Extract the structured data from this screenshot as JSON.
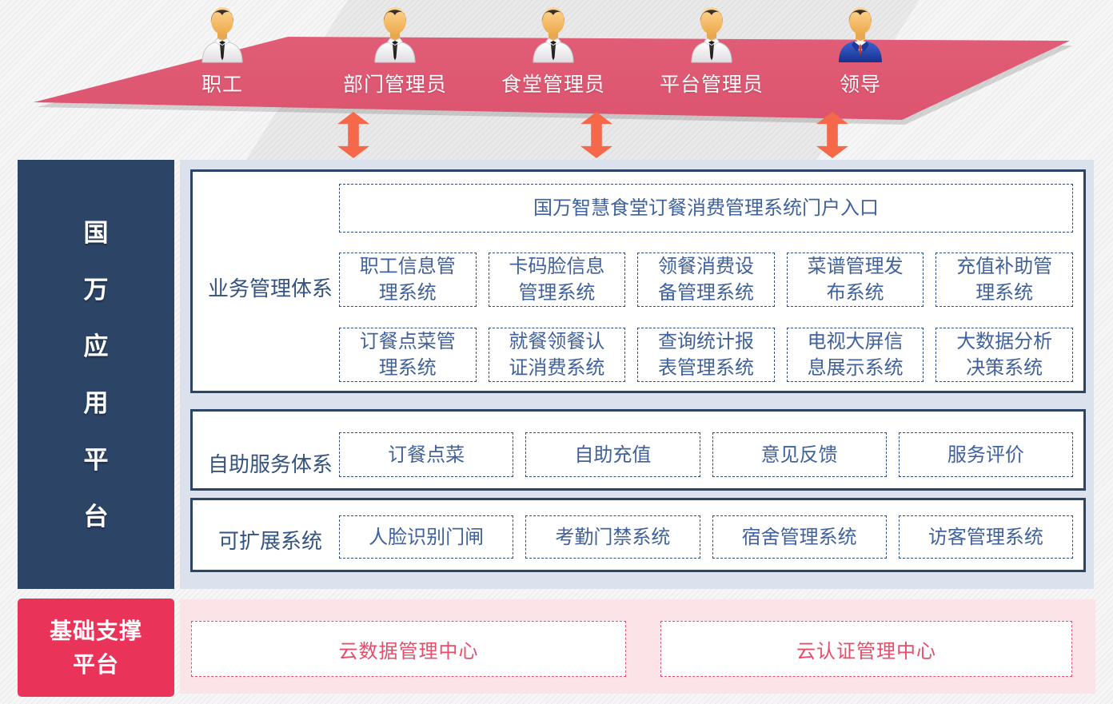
{
  "roles": [
    {
      "label": "职工",
      "type": "staff"
    },
    {
      "label": "部门管理员",
      "type": "staff"
    },
    {
      "label": "食堂管理员",
      "type": "staff"
    },
    {
      "label": "平台管理员",
      "type": "staff"
    },
    {
      "label": "领导",
      "type": "leader"
    }
  ],
  "sidebar": {
    "title": "国万应用平台",
    "chars": [
      "国",
      "万",
      "应",
      "用",
      "平",
      "台"
    ]
  },
  "panels": [
    {
      "label": "业务管理体系",
      "portal": "国万智慧食堂订餐消费管理系统门户入口",
      "rows": [
        [
          "职工信息管理系统",
          "卡码脸信息管理系统",
          "领餐消费设备管理系统",
          "菜谱管理发布系统",
          "充值补助管理系统"
        ],
        [
          "订餐点菜管理系统",
          "就餐领餐认证消费系统",
          "查询统计报表管理系统",
          "电视大屏信息展示系统",
          "大数据分析决策系统"
        ]
      ]
    },
    {
      "label": "自助服务体系",
      "boxes": [
        "订餐点菜",
        "自助充值",
        "意见反馈",
        "服务评价"
      ]
    },
    {
      "label": "可扩展系统",
      "boxes": [
        "人脸识别门闸",
        "考勤门禁系统",
        "宿舍管理系统",
        "访客管理系统"
      ]
    }
  ],
  "base": {
    "label": "基础支撑平台",
    "line1": "基础支撑",
    "line2": "平台",
    "boxes": [
      "云数据管理中心",
      "云认证管理中心"
    ]
  },
  "colors": {
    "banner_pink": "#df5a73",
    "navy": "#2c4466",
    "box_text_blue": "#40619a",
    "lavender_bg": "#dce1ee",
    "arrow_orange": "#f5684a",
    "support_red": "#e93358",
    "support_pink_bg": "#fbe3e8",
    "support_text_red": "#e54e6a"
  }
}
